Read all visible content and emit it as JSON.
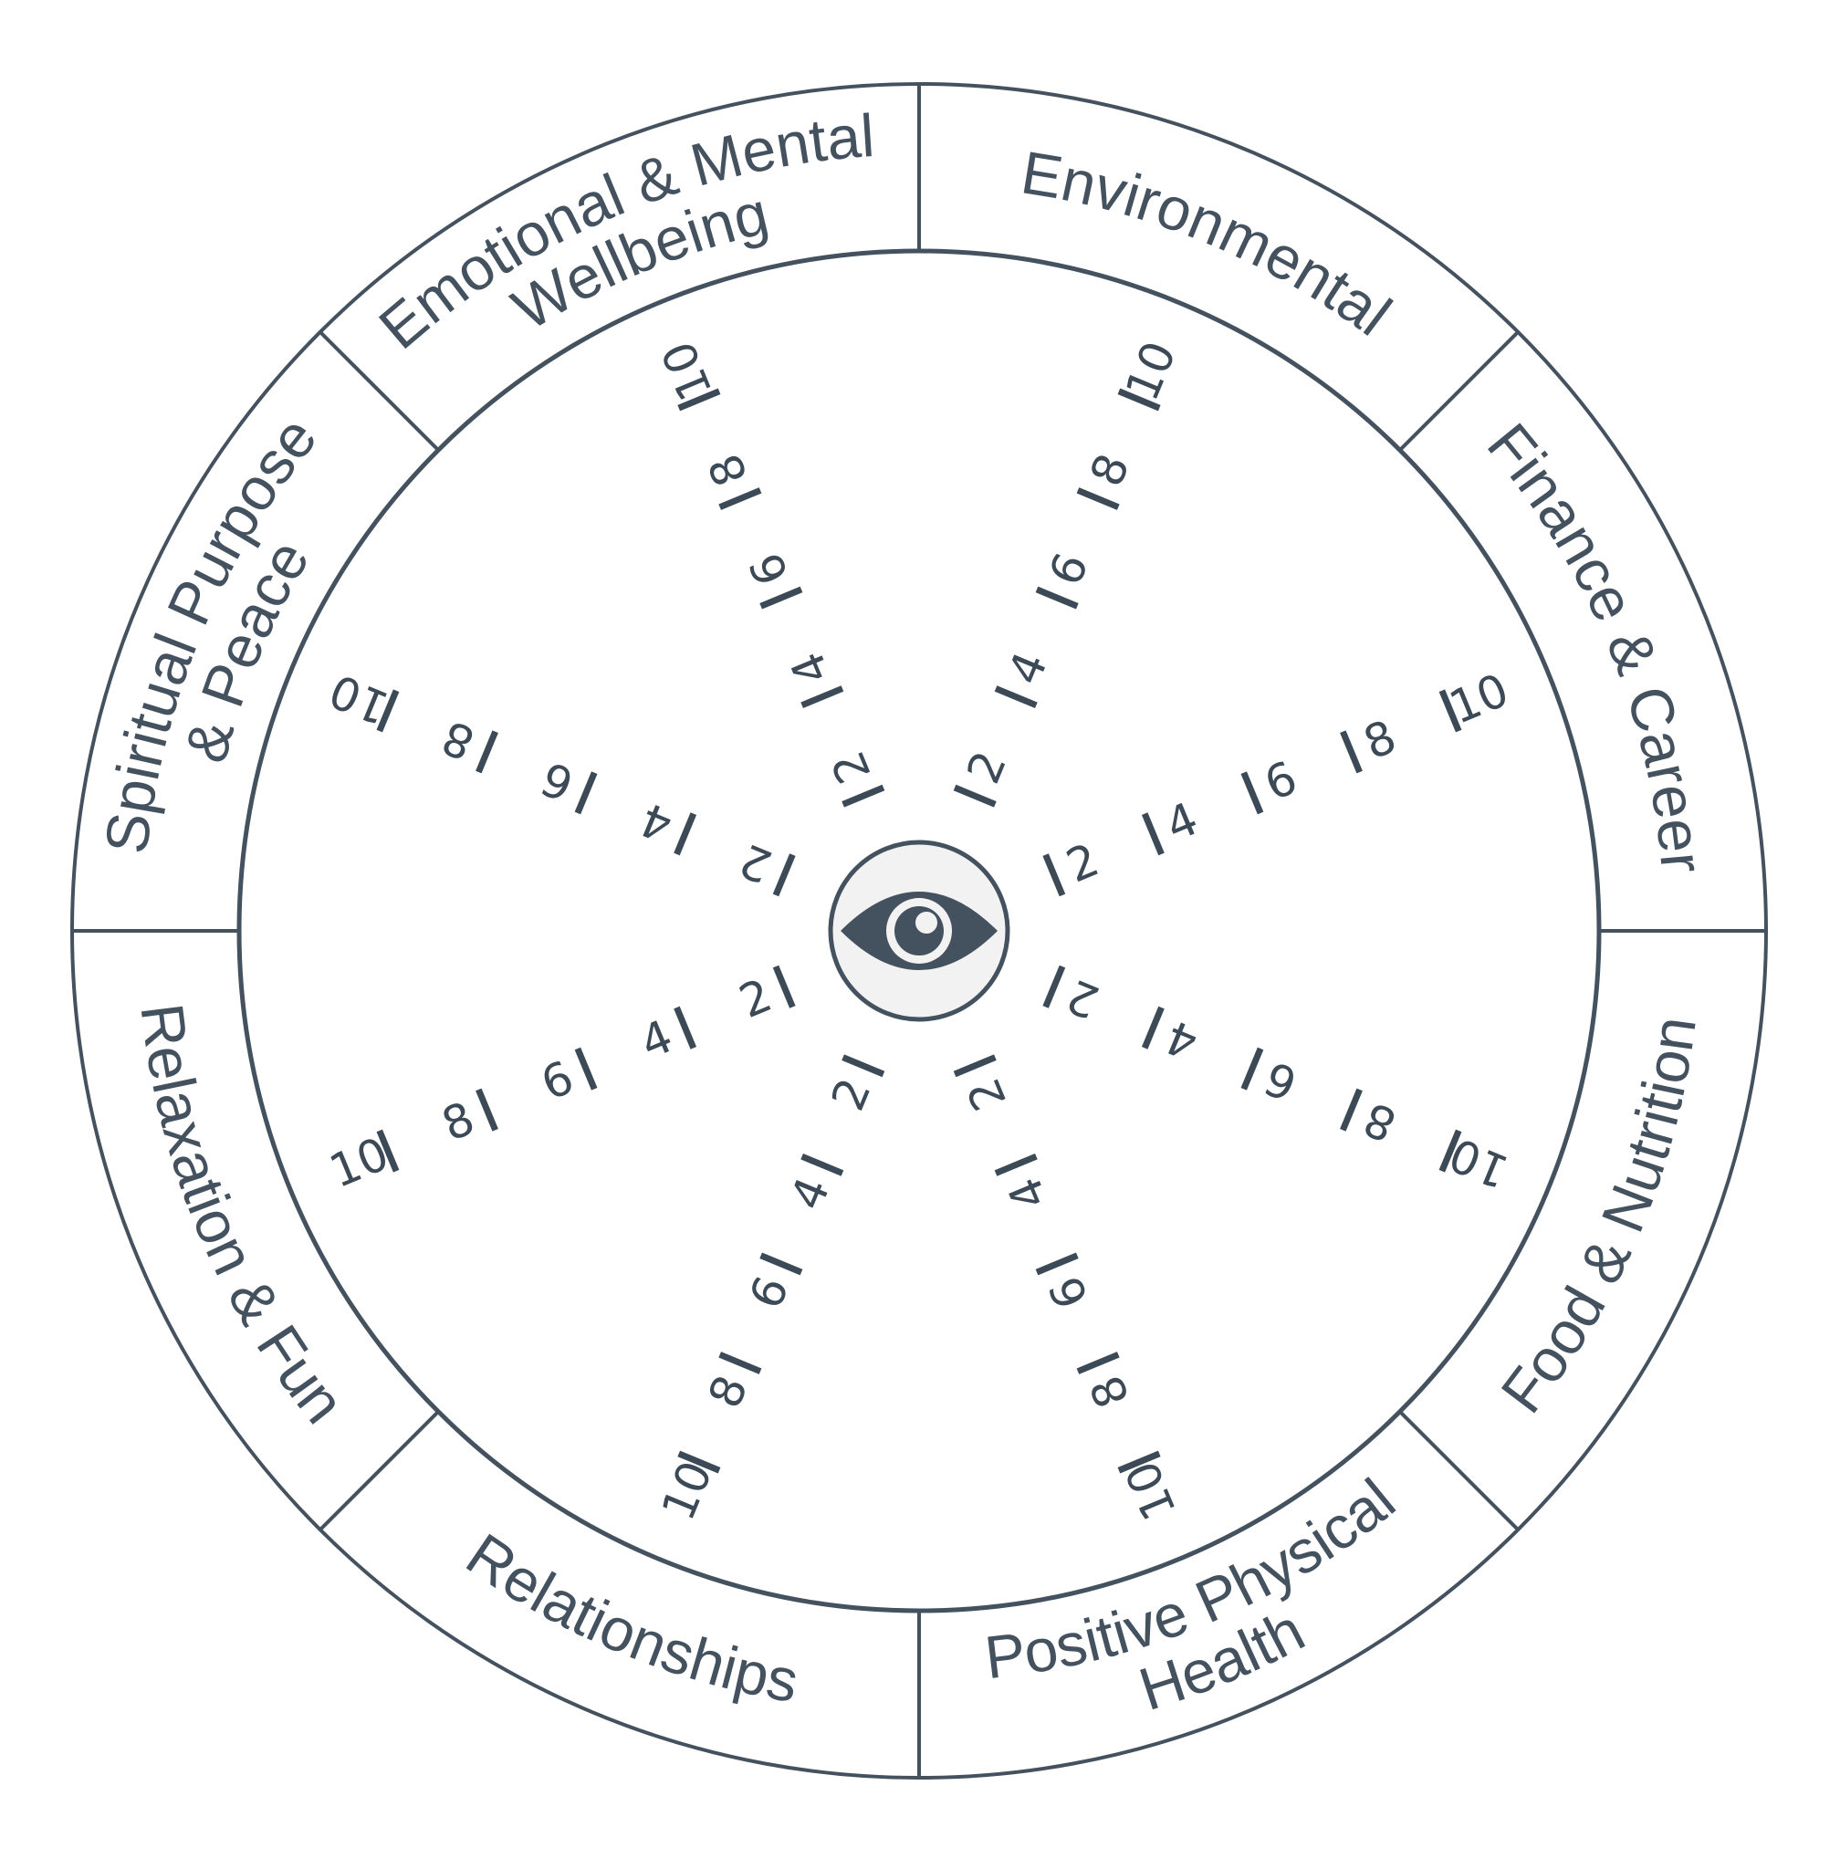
{
  "wheel": {
    "colors": {
      "stroke": "#44515f",
      "text": "#44515f",
      "ticks": "#3c4a57",
      "background": "#ffffff",
      "center_circle": "#f2f2f2"
    },
    "center_icon": "eye-icon",
    "scale_marks": [
      "2",
      "4",
      "6",
      "8",
      "10"
    ],
    "segments": [
      {
        "id": "emotional-mental-wellbeing",
        "label_lines": [
          "Emotional & Mental",
          "Wellbeing"
        ],
        "color": "#e5769c"
      },
      {
        "id": "environmental",
        "label_lines": [
          "Environmental"
        ],
        "color": "#85759c"
      },
      {
        "id": "finance-career",
        "label_lines": [
          "Finance & Career"
        ],
        "color": "#91a1b0"
      },
      {
        "id": "food-nutrition",
        "label_lines": [
          "Food & Nutrition"
        ],
        "color": "#9ad6d1"
      },
      {
        "id": "positive-physical-health",
        "label_lines": [
          "Positive Physical",
          "Health"
        ],
        "color": "#c3db98"
      },
      {
        "id": "relationships",
        "label_lines": [
          "Relationships"
        ],
        "color": "#f3e27c"
      },
      {
        "id": "relaxation-fun",
        "label_lines": [
          "Relaxation & Fun"
        ],
        "color": "#f8c582"
      },
      {
        "id": "spiritual-purpose-peace",
        "label_lines": [
          "Spiritual Purpose",
          "& Peace"
        ],
        "color": "#f27777"
      }
    ]
  }
}
